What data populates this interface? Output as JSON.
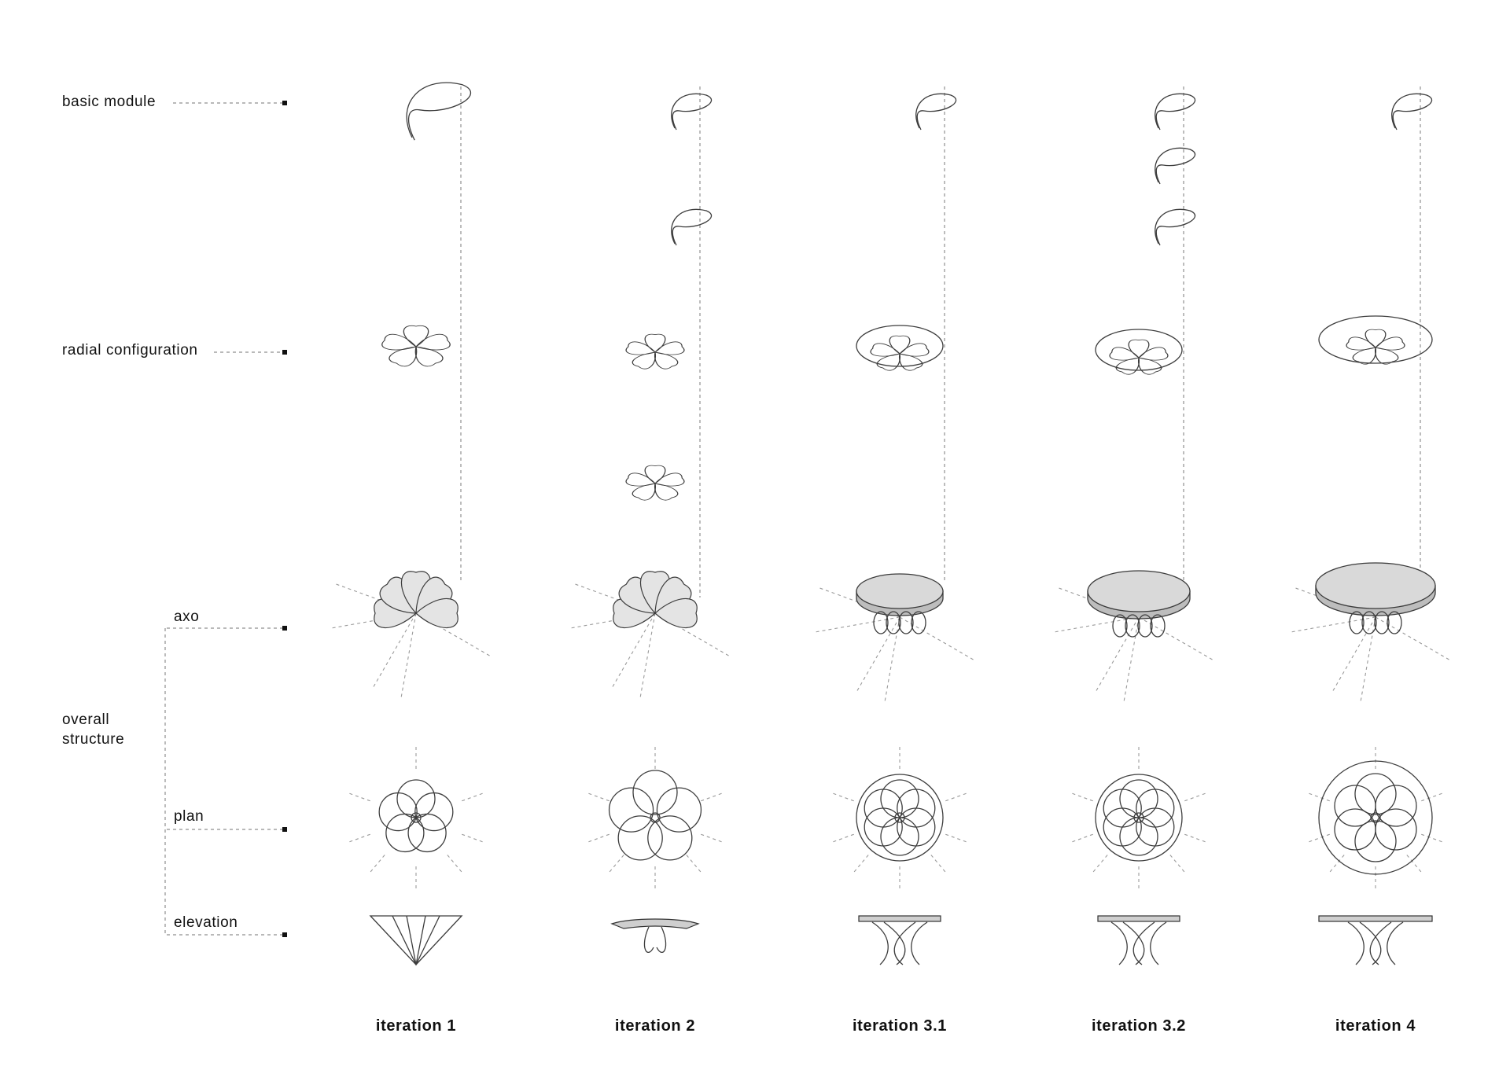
{
  "rows": {
    "basic_module": "basic module",
    "radial_configuration": "radial configuration",
    "overall_structure": [
      "overall",
      "structure"
    ],
    "axo": "axo",
    "plan": "plan",
    "elevation": "elevation"
  },
  "iterations": [
    "iteration 1",
    "iteration 2",
    "iteration 3.1",
    "iteration 3.2",
    "iteration 4"
  ],
  "colors": {
    "line": "#3d3d3d",
    "guide": "#8f8f8f",
    "fill": "#d9d9d9"
  }
}
